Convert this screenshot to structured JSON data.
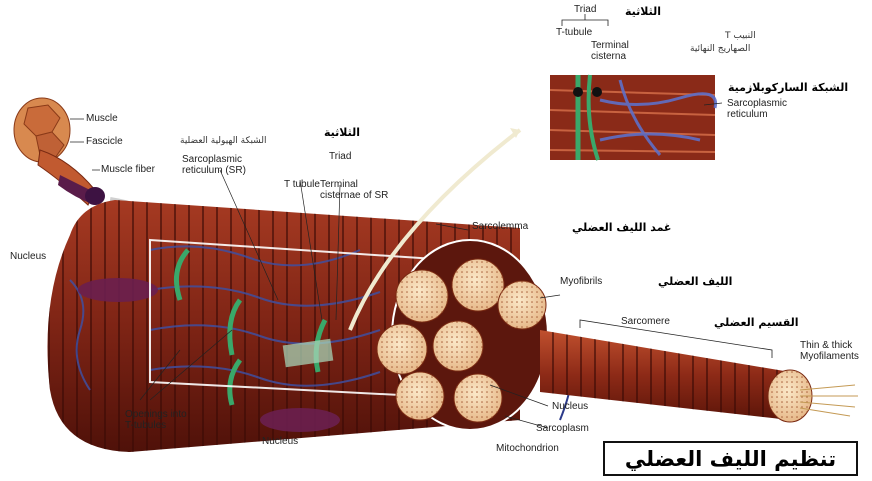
{
  "labels": {
    "muscle": "Muscle",
    "fascicle": "Fascicle",
    "muscle_fiber": "Muscle fiber",
    "nucleus_left": "Nucleus",
    "nucleus_bottom": "Nucleus",
    "nucleus_right": "Nucleus",
    "sr": "Sarcoplasmic\nreticulum (SR)",
    "triad": "Triad",
    "t_tubule": "T tubule",
    "terminal_cisternae": "Terminal\ncisternae of SR",
    "sarcolemma": "Sarcolemma",
    "myofibrils": "Myofibrils",
    "sarcomere": "Sarcomere",
    "thin_thick": "Thin & thick\nMyofilaments",
    "openings": "Openings into\nT-tubules",
    "sarcoplasm": "Sarcoplasm",
    "mitochondrion": "Mitochondrion",
    "inset_triad": "Triad",
    "inset_t_tubule": "T-tubule",
    "inset_terminal": "Terminal\ncisterna",
    "inset_sr": "Sarcoplasmic\nreticulum"
  },
  "arabic": {
    "triad_top": "الثلاثية",
    "t_tubule_top": "النبيب T",
    "terminal_top": "الصهاريج النهائية",
    "sr_top": "الشبكة الساركوبلازمية",
    "triad_mid": "الثلاثية",
    "sr_mid": "الشبكة الهيولية العضلية",
    "sarcolemma": "غمد الليف العضلي",
    "myofibril": "الليف العضلي",
    "sarcomere": "القسيم العضلي"
  },
  "title": "تنظيم الليف العضلي",
  "colors": {
    "muscle": "#8b2a1a",
    "muscle_dark": "#5a140c",
    "myofibril_fill": "#f3d9b0",
    "t_tubule": "#3aa86a",
    "sr_network": "#3f4fa0",
    "cut_face": "#6b1c12"
  }
}
